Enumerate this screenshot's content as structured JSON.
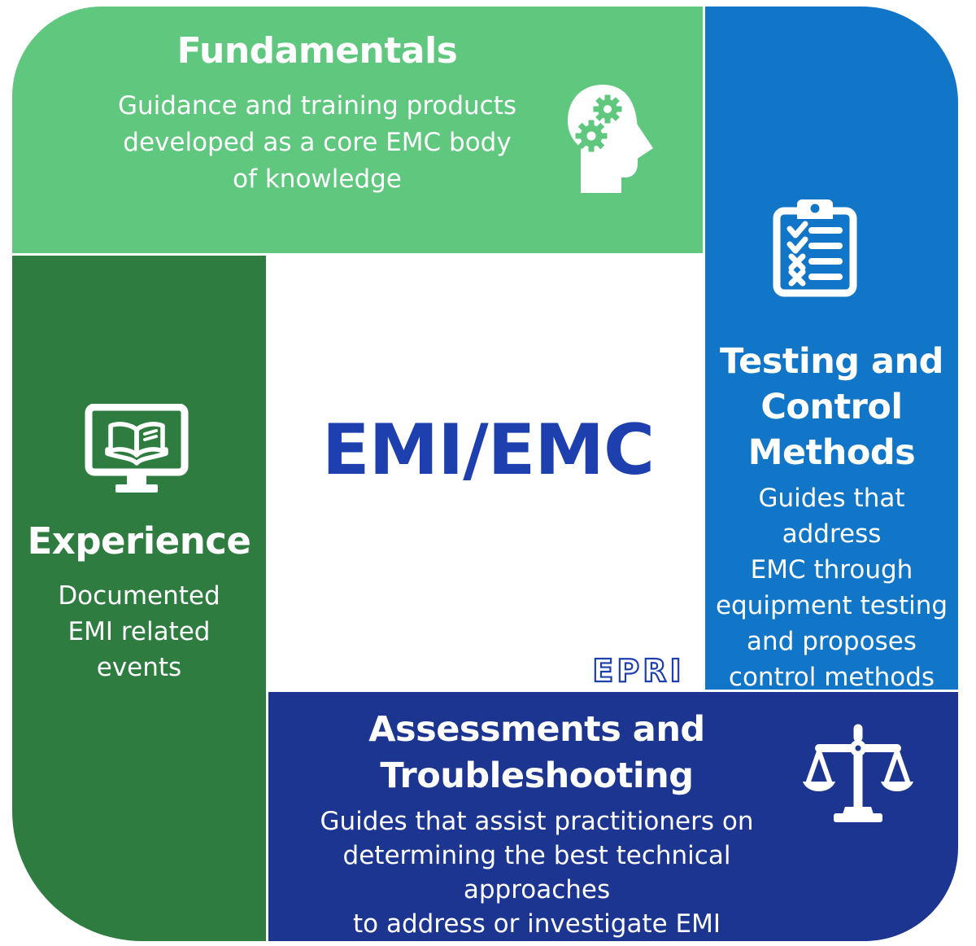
{
  "center": {
    "title": "EMI/EMC",
    "logo_text": "EPRI"
  },
  "panels": {
    "fundamentals": {
      "title": "Fundamentals",
      "description": "Guidance and training products\ndeveloped as a core EMC body\nof knowledge",
      "icon": "head-with-gears-icon"
    },
    "testing": {
      "title": "Testing and\nControl\nMethods",
      "description": "Guides that address\nEMC through\nequipment testing\nand proposes\ncontrol methods",
      "icon": "clipboard-checklist-icon"
    },
    "experience": {
      "title": "Experience",
      "description": "Documented\nEMI related\nevents",
      "icon": "monitor-open-book-icon"
    },
    "assessments": {
      "title": "Assessments and\nTroubleshooting",
      "description": "Guides that assist practitioners on\ndetermining the best technical approaches\nto address or investigate EMI",
      "icon": "balance-scales-icon"
    }
  },
  "colors": {
    "light_green": "#5FC77E",
    "dark_green": "#2E7C40",
    "medium_blue": "#1276C8",
    "navy_blue": "#1C3590",
    "royal_blue_text": "#1E3FAE",
    "text_on_panels": "#FFFFFF",
    "background": "#FFFFFF"
  }
}
